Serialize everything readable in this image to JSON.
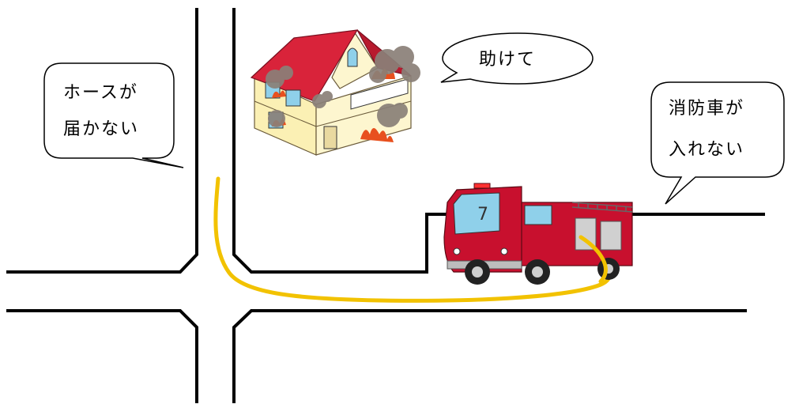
{
  "bubbles": {
    "help": {
      "text": "助けて"
    },
    "hose": {
      "line1": "ホースが",
      "line2": "届かない"
    },
    "truck": {
      "line1": "消防車が",
      "line2": "入れない"
    }
  },
  "truck_number": "7",
  "colors": {
    "road": "#000000",
    "hose": "#f2c200",
    "house_wall": "#fbf0b4",
    "house_roof": "#d9233a",
    "fire": "#e8501e",
    "smoke": "#8a8078",
    "truck_body": "#c8102e",
    "truck_window": "#8fd0ea"
  },
  "icons": [
    "burning-house-icon",
    "fire-truck-icon"
  ]
}
